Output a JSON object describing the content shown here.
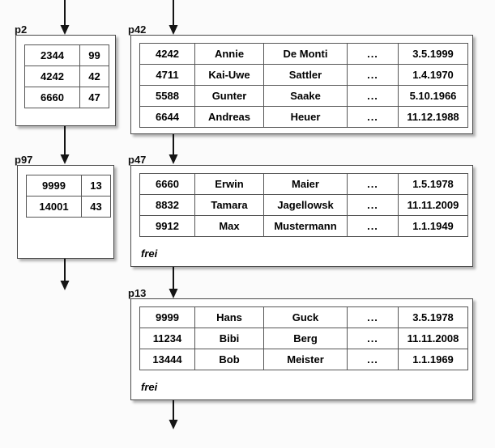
{
  "diagram": {
    "title": "B-tree / index pages with data record pages",
    "background": "#fbfbfb",
    "free_space_label": "frei",
    "ellipsis": "..."
  },
  "pages": [
    {
      "id": "p2",
      "label": "p2",
      "kind": "index",
      "rows": [
        {
          "key": "2344",
          "pointer": "99"
        },
        {
          "key": "4242",
          "pointer": "42"
        },
        {
          "key": "6660",
          "pointer": "47"
        }
      ]
    },
    {
      "id": "p97",
      "label": "p97",
      "kind": "index",
      "rows": [
        {
          "key": "9999",
          "pointer": "13"
        },
        {
          "key": "14001",
          "pointer": "43"
        }
      ]
    },
    {
      "id": "p42",
      "label": "p42",
      "kind": "data",
      "free_label": "",
      "rows": [
        {
          "id": "4242",
          "first": "Annie",
          "last": "De Monti",
          "more": "...",
          "date": "3.5.1999"
        },
        {
          "id": "4711",
          "first": "Kai-Uwe",
          "last": "Sattler",
          "more": "...",
          "date": "1.4.1970"
        },
        {
          "id": "5588",
          "first": "Gunter",
          "last": "Saake",
          "more": "...",
          "date": "5.10.1966"
        },
        {
          "id": "6644",
          "first": "Andreas",
          "last": "Heuer",
          "more": "...",
          "date": "11.12.1988"
        }
      ]
    },
    {
      "id": "p47",
      "label": "p47",
      "kind": "data",
      "free_label": "frei",
      "rows": [
        {
          "id": "6660",
          "first": "Erwin",
          "last": "Maier",
          "more": "...",
          "date": "1.5.1978"
        },
        {
          "id": "8832",
          "first": "Tamara",
          "last": "Jagellowsk",
          "more": "...",
          "date": "11.11.2009"
        },
        {
          "id": "9912",
          "first": "Max",
          "last": "Mustermann",
          "more": "...",
          "date": "1.1.1949"
        }
      ]
    },
    {
      "id": "p13",
      "label": "p13",
      "kind": "data",
      "free_label": "frei",
      "rows": [
        {
          "id": "9999",
          "first": "Hans",
          "last": "Guck",
          "more": "...",
          "date": "3.5.1978"
        },
        {
          "id": "11234",
          "first": "Bibi",
          "last": "Berg",
          "more": "...",
          "date": "11.11.2008"
        },
        {
          "id": "13444",
          "first": "Bob",
          "last": "Meister",
          "more": "...",
          "date": "1.1.1969"
        }
      ]
    }
  ],
  "arrows": [
    {
      "name": "arrow-into-p2",
      "from": "top-edge",
      "to": "p2"
    },
    {
      "name": "arrow-p2-to-p97",
      "from": "p2",
      "to": "p97"
    },
    {
      "name": "arrow-out-of-p97",
      "from": "p97",
      "to": "bottom"
    },
    {
      "name": "arrow-into-p42",
      "from": "top-edge",
      "to": "p42"
    },
    {
      "name": "arrow-p42-to-p47",
      "from": "p42",
      "to": "p47"
    },
    {
      "name": "arrow-p47-to-p13",
      "from": "p47",
      "to": "p13"
    },
    {
      "name": "arrow-out-of-p13",
      "from": "p13",
      "to": "bottom"
    }
  ],
  "colors": {
    "box_border": "#4a4a4a",
    "cell_border": "#555555",
    "text": "#000000",
    "arrow": "#151515",
    "page_bg": "#ffffff"
  }
}
